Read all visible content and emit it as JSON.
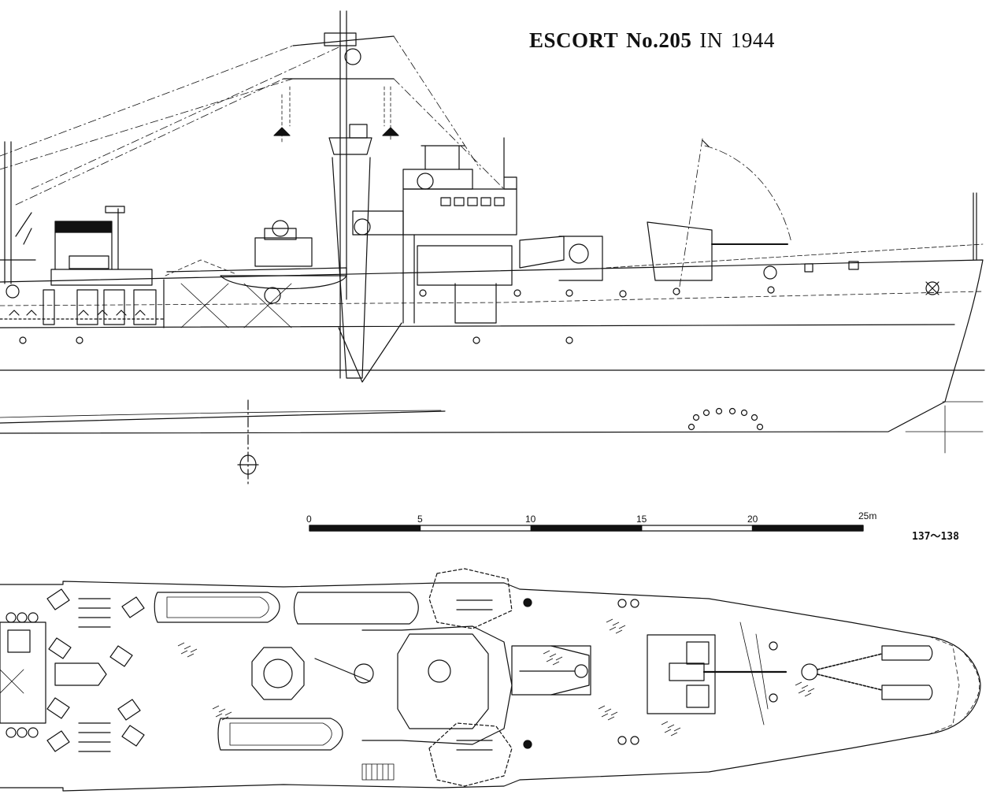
{
  "title": {
    "name": "ESCORT",
    "number": "No.205",
    "suffix": "IN",
    "year": "1944"
  },
  "scale": {
    "ticks": [
      "0",
      "5",
      "10",
      "15",
      "20",
      "25m"
    ]
  },
  "page_ref": "137〜138",
  "ink_color": "#111111",
  "paper_color": "#ffffff"
}
